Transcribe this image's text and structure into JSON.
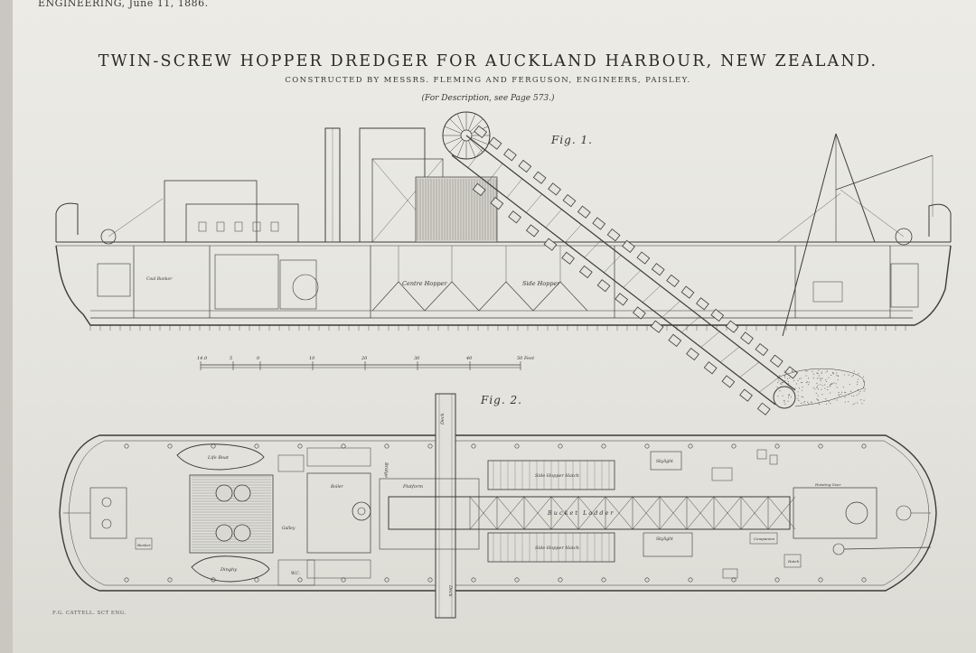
{
  "running_head": "ENGINEERING, June 11, 1886.",
  "title": "TWIN-SCREW HOPPER DREDGER FOR AUCKLAND HARBOUR, NEW ZEALAND.",
  "subtitle": "CONSTRUCTED BY MESSRS. FLEMING AND FERGUSON, ENGINEERS, PAISLEY.",
  "description_ref": "(For Description, see Page 573.)",
  "figures": {
    "fig1": {
      "label": "Fig. 1.",
      "compartment_labels": [
        "Centre Hopper",
        "Side Hopper",
        "Coal Bunker"
      ],
      "scale_bar": {
        "ticks": [
          "14.0",
          "5",
          "0",
          "10",
          "20",
          "30",
          "40",
          "50 Feet"
        ]
      }
    },
    "fig2": {
      "label": "Fig. 2.",
      "labels": {
        "life_boat": "Life Boat",
        "dinghy": "Dinghy",
        "platform": "Platform",
        "side_hopper_hatch_top": "Side Hopper Hatch",
        "side_hopper_hatch_bottom": "Side Hopper Hatch",
        "bucket_ladder": "Bucket Ladder",
        "skylight_top": "Skylight",
        "skylight_bottom": "Skylight",
        "galley": "Galley",
        "wc": "W.C.",
        "boiler_room": "Boiler",
        "bridge": "Bridge",
        "companion": "Companion",
        "hatch": "Hatch",
        "hoisting_gear": "Hoisting Gear",
        "deck_top": "Deck",
        "deck_bottom": "Deck",
        "bunker": "Bunker"
      }
    }
  },
  "engraver": "F.G. CATTELL. SCT ENG.",
  "colors": {
    "paper": "#e8e7e1",
    "ink": "#3b3b38"
  }
}
